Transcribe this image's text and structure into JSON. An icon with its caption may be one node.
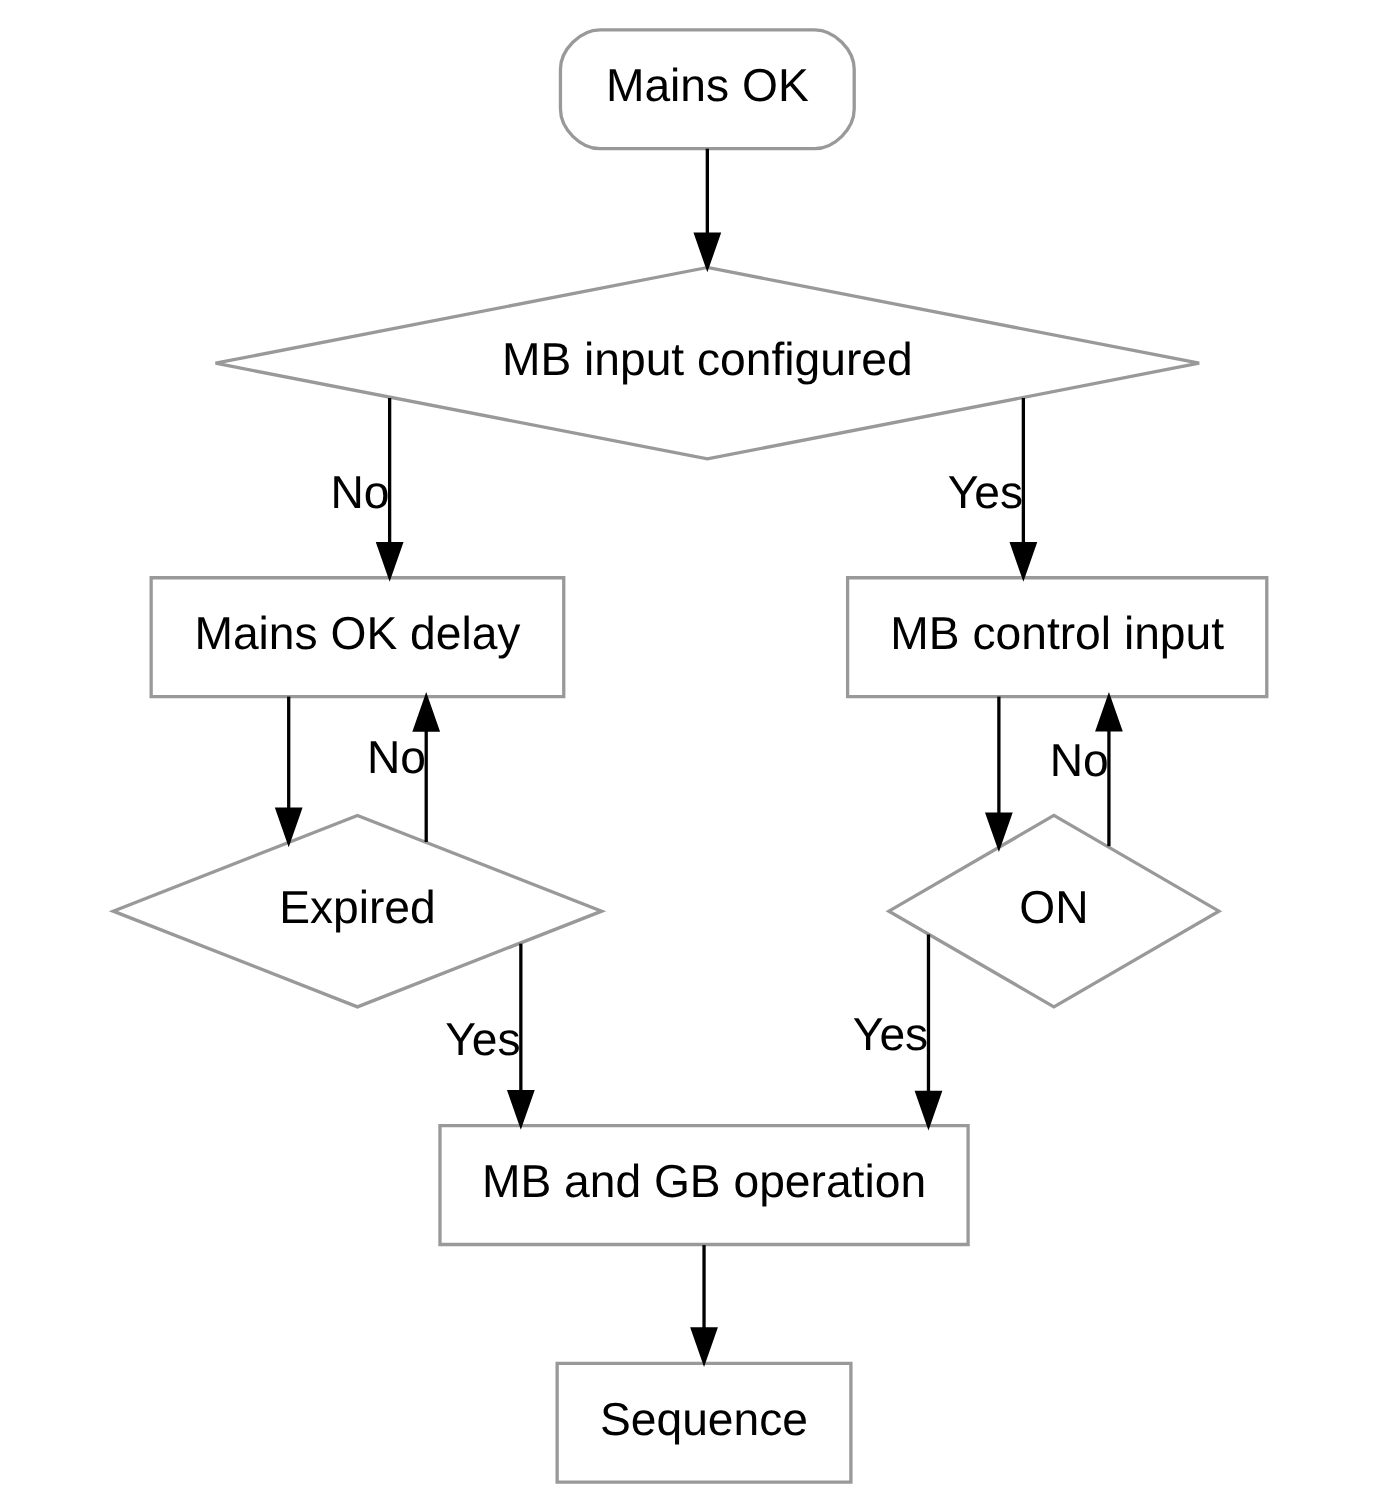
{
  "diagram": {
    "nodes": [
      {
        "text": [
          "Mains OK"
        ]
      },
      {
        "text": [
          "MB input configured"
        ]
      },
      {
        "text": [
          "Mains OK delay"
        ]
      },
      {
        "text": [
          "MB control input"
        ]
      },
      {
        "text": [
          "Expired"
        ]
      },
      {
        "text": [
          "ON"
        ]
      },
      {
        "text": [
          "MB and GB operation"
        ]
      },
      {
        "text": [
          "Sequence"
        ]
      }
    ],
    "edges": [
      {
        "from": 0,
        "to": 1,
        "arrow": "to"
      },
      {
        "from": 1,
        "to": 2,
        "arrow": "to",
        "label": "No"
      },
      {
        "from": 1,
        "to": 3,
        "arrow": "to",
        "label": "Yes"
      },
      {
        "from": 2,
        "to": 4,
        "arrow": "to"
      },
      {
        "from": 4,
        "to": 2,
        "arrow": "to",
        "label": "No"
      },
      {
        "from": 3,
        "to": 5,
        "arrow": "to"
      },
      {
        "from": 5,
        "to": 3,
        "arrow": "to",
        "label": "No"
      },
      {
        "from": 4,
        "to": 6,
        "arrow": "to",
        "label": "Yes"
      },
      {
        "from": 5,
        "to": 6,
        "arrow": "to",
        "label": "Yes"
      },
      {
        "from": 6,
        "to": 7,
        "arrow": "to"
      }
    ]
  }
}
